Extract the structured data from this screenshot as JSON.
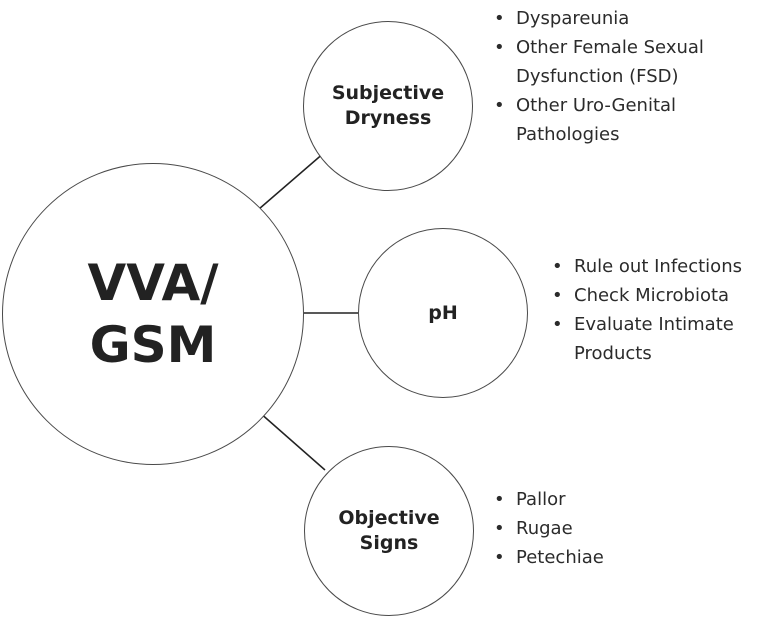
{
  "center": {
    "label_lines": [
      "VVA/",
      "GSM"
    ]
  },
  "nodes": [
    {
      "id": "subjective-dryness",
      "label_lines": [
        "Subjective",
        "Dryness"
      ],
      "bullets": [
        {
          "lines": [
            "Dyspareunia"
          ]
        },
        {
          "lines": [
            "Other Female Sexual",
            "Dysfunction (FSD)"
          ]
        },
        {
          "lines": [
            "Other Uro-Genital",
            "Pathologies"
          ]
        }
      ]
    },
    {
      "id": "ph",
      "label_lines": [
        "pH"
      ],
      "bullets": [
        {
          "lines": [
            "Rule out Infections"
          ]
        },
        {
          "lines": [
            "Check Microbiota"
          ]
        },
        {
          "lines": [
            "Evaluate Intimate",
            "Products"
          ]
        }
      ]
    },
    {
      "id": "objective-signs",
      "label_lines": [
        "Objective",
        "Signs"
      ],
      "bullets": [
        {
          "lines": [
            "Pallor"
          ]
        },
        {
          "lines": [
            "Rugae"
          ]
        },
        {
          "lines": [
            "Petechiae"
          ]
        }
      ]
    }
  ],
  "bullet_glyph": "•"
}
